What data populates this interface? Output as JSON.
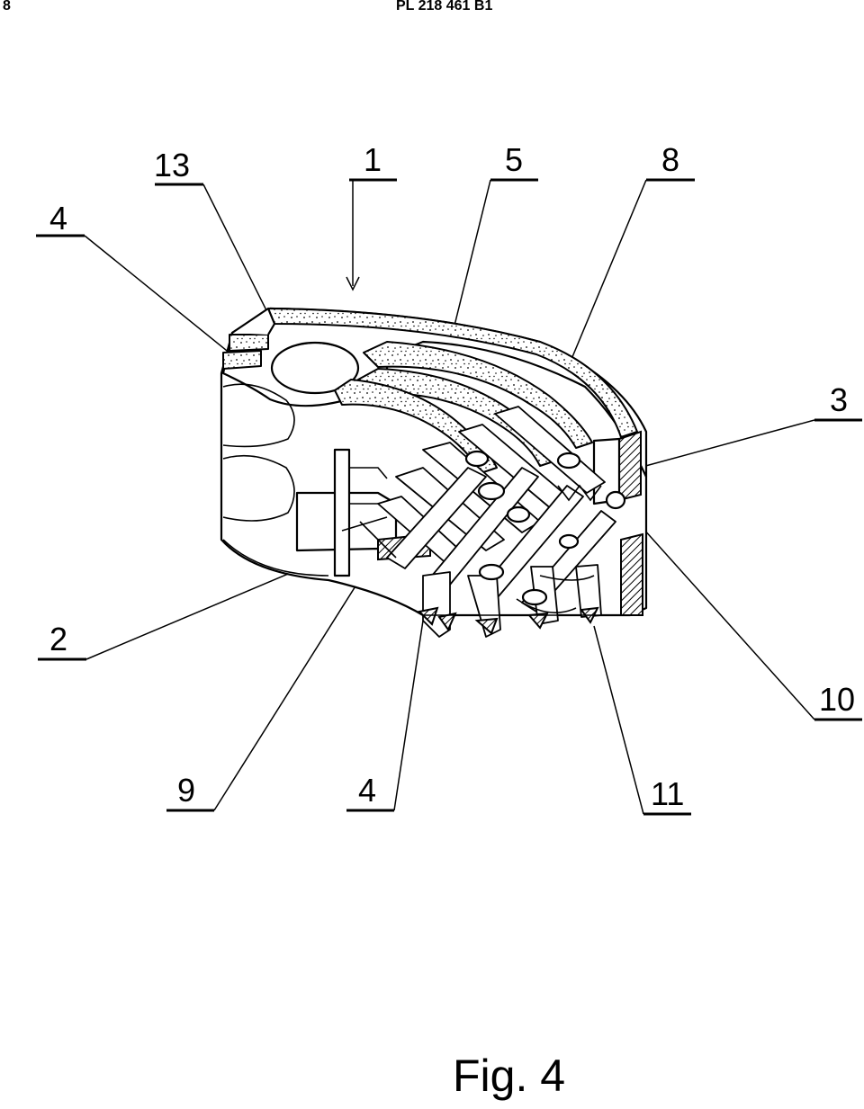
{
  "header": {
    "page_number": "8",
    "document_id": "PL 218 461 B1"
  },
  "figure": {
    "caption": "Fig. 4",
    "reference_numerals": {
      "r13": "13",
      "r1": "1",
      "r5": "5",
      "r8": "8",
      "r4_top": "4",
      "r3": "3",
      "r2": "2",
      "r10": "10",
      "r9": "9",
      "r4_bottom": "4",
      "r11": "11"
    }
  }
}
